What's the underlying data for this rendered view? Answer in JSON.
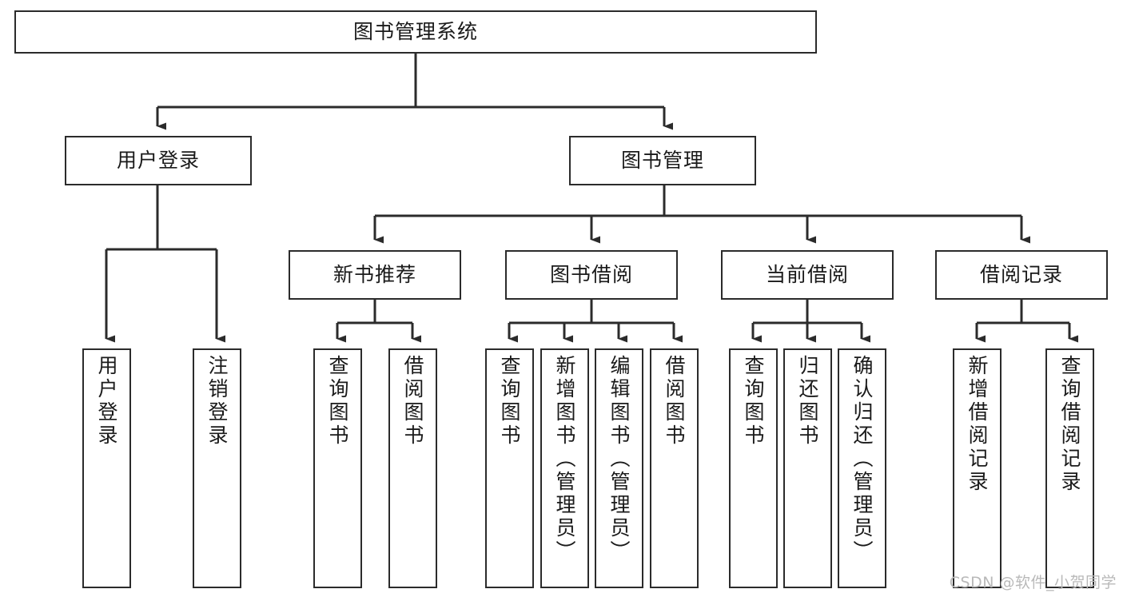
{
  "diagram": {
    "title": "图书管理系统",
    "type": "tree-hierarchy-chart",
    "watermark": "CSDN @软件_小贺同学",
    "colors": {
      "box_border": "#2b2b2b",
      "box_fill": "#ffffff",
      "connector": "#2b2b2b",
      "text": "#1a1a1a",
      "watermark": "#b9b9b9"
    },
    "nodes": {
      "root": {
        "label": "图书管理系统"
      },
      "level2": [
        {
          "id": "user-login",
          "label": "用户登录"
        },
        {
          "id": "book-manage",
          "label": "图书管理"
        }
      ],
      "level3": [
        {
          "id": "new-book-recommend",
          "label": "新书推荐"
        },
        {
          "id": "book-borrow",
          "label": "图书借阅"
        },
        {
          "id": "current-borrow",
          "label": "当前借阅"
        },
        {
          "id": "borrow-record",
          "label": "借阅记录"
        }
      ],
      "leaves": {
        "user_login": [
          {
            "id": "leaf-user-login",
            "label": "用户登录"
          },
          {
            "id": "leaf-logout-login",
            "label": "注销登录"
          }
        ],
        "new_book_recommend": [
          {
            "id": "leaf-query-book-1",
            "label": "查询图书"
          },
          {
            "id": "leaf-borrow-book-1",
            "label": "借阅图书"
          }
        ],
        "book_borrow": [
          {
            "id": "leaf-query-book-2",
            "label": "查询图书"
          },
          {
            "id": "leaf-add-book",
            "label": "新增图书（管理员）"
          },
          {
            "id": "leaf-edit-book",
            "label": "编辑图书（管理员）"
          },
          {
            "id": "leaf-borrow-book-2",
            "label": "借阅图书"
          }
        ],
        "current_borrow": [
          {
            "id": "leaf-query-book-3",
            "label": "查询图书"
          },
          {
            "id": "leaf-return-book",
            "label": "归还图书"
          },
          {
            "id": "leaf-confirm-return",
            "label": "确认归还（管理员）"
          }
        ],
        "borrow_record": [
          {
            "id": "leaf-add-record",
            "label": "新增借阅记录"
          },
          {
            "id": "leaf-query-record",
            "label": "查询借阅记录"
          }
        ]
      }
    }
  }
}
